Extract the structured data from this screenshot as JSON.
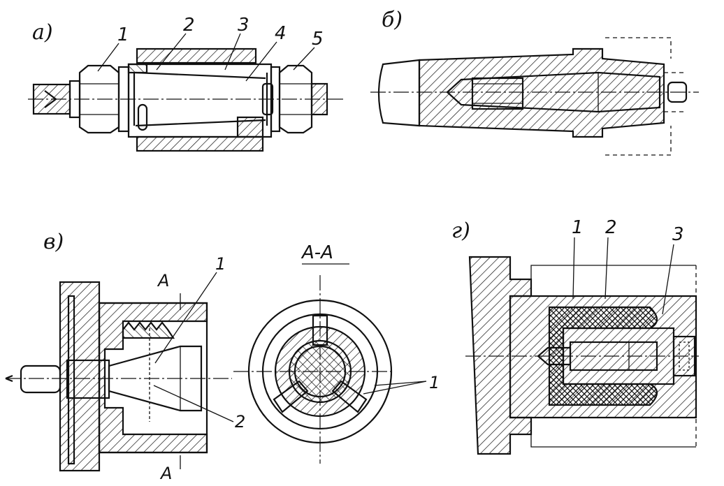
{
  "panels": {
    "a": {
      "letter": "а)",
      "callouts": [
        "1",
        "2",
        "3",
        "4",
        "5"
      ]
    },
    "b": {
      "letter": "б)"
    },
    "v": {
      "letter": "в)",
      "section_top": "А",
      "section_bottom": "А",
      "callout_1": "1",
      "callout_2": "2",
      "section_title": "А-А",
      "section_callout": "1"
    },
    "g": {
      "letter": "г)",
      "callouts": [
        "1",
        "2",
        "3"
      ]
    }
  },
  "icons": {
    "hatch": "diagonal-hatch-pattern",
    "crosshatch": "cross-hatch-pattern"
  },
  "colors": {
    "ink": "#111111",
    "paper": "#ffffff"
  }
}
